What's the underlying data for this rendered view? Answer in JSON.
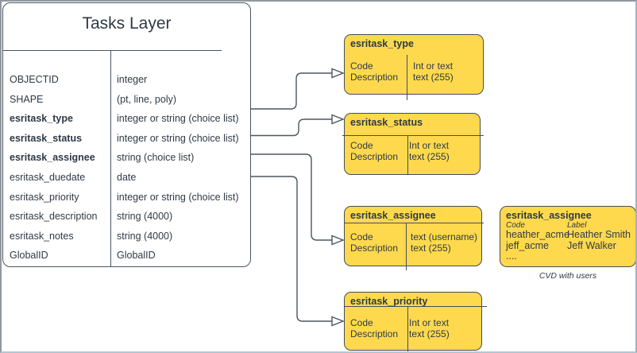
{
  "colors": {
    "yellow_fill": "#FFD94D",
    "stroke": "#434E59",
    "text": "#2E3A46",
    "background": "#FFFFFF"
  },
  "main_table": {
    "title": "Tasks Layer",
    "rows": [
      {
        "field": "OBJECTID",
        "type": "integer"
      },
      {
        "field": "SHAPE",
        "type": "(pt, line, poly)"
      },
      {
        "field": "esritask_type",
        "type": "integer or string (choice list)"
      },
      {
        "field": "esritask_status",
        "type": "integer or string (choice list)"
      },
      {
        "field": "esritask_assignee",
        "type": "string (choice list)"
      },
      {
        "field": "esritask_duedate",
        "type": "date"
      },
      {
        "field": "esritask_priority",
        "type": "integer or string (choice list)"
      },
      {
        "field": "esritask_description",
        "type": "string (4000)"
      },
      {
        "field": "esritask_notes",
        "type": "string (4000)"
      },
      {
        "field": "GlobalID",
        "type": "GlobalID"
      }
    ]
  },
  "domain_boxes": [
    {
      "title": "esritask_type",
      "code_lines": [
        "Code",
        "Description"
      ],
      "type_lines": [
        "Int or text",
        "text (255)"
      ]
    },
    {
      "title": "esritask_status",
      "code_lines": [
        "Code",
        "Description"
      ],
      "type_lines": [
        "Int or text",
        "text (255)"
      ]
    },
    {
      "title": "esritask_assignee",
      "code_lines": [
        "Code",
        "Description"
      ],
      "type_lines": [
        "text  (username)",
        "text (255)"
      ]
    },
    {
      "title": "esritask_priority",
      "code_lines": [
        "Code",
        "Description"
      ],
      "type_lines": [
        "Int or text",
        "text (255)"
      ]
    }
  ],
  "cvd_box": {
    "title": "esritask_assignee",
    "column_headers": [
      "Code",
      "Label"
    ],
    "codes": [
      "heather_acme",
      "jeff_acme",
      "...."
    ],
    "labels": [
      "Heather Smith",
      "Jeff Walker"
    ],
    "caption": "CVD with users"
  }
}
